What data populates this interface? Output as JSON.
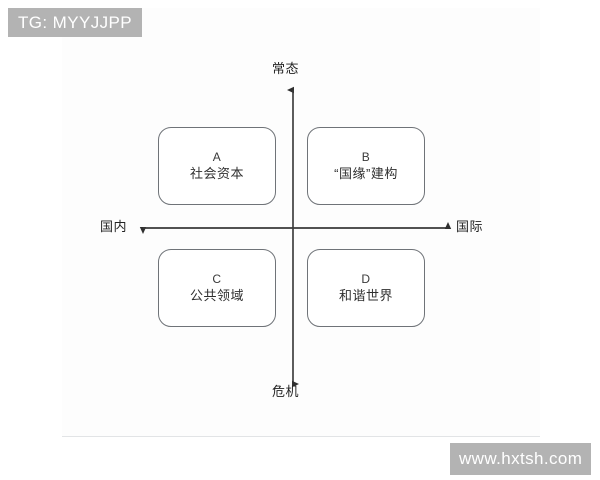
{
  "watermarks": {
    "top_left": "TG: MYYJJPP",
    "bottom_right": "www.hxtsh.com"
  },
  "diagram": {
    "type": "quadrant-matrix",
    "axes": {
      "vertical": {
        "top_label": "常态",
        "bottom_label": "危机"
      },
      "horizontal": {
        "left_label": "国内",
        "right_label": "国际"
      }
    },
    "quadrants": [
      {
        "id": "A",
        "letter": "A",
        "label": "社会资本",
        "position": "top-left"
      },
      {
        "id": "B",
        "letter": "B",
        "label": "“国缘”建构",
        "position": "top-right"
      },
      {
        "id": "C",
        "letter": "C",
        "label": "公共领域",
        "position": "bottom-left"
      },
      {
        "id": "D",
        "letter": "D",
        "label": "和谐世界",
        "position": "bottom-right"
      }
    ]
  },
  "colors": {
    "background": "#ffffff",
    "box_border": "#6f7378",
    "axis_line": "#3a3a3a",
    "watermark_band": "#b3b3b3",
    "watermark_text": "#ffffff",
    "text": "#2f2f2f"
  }
}
